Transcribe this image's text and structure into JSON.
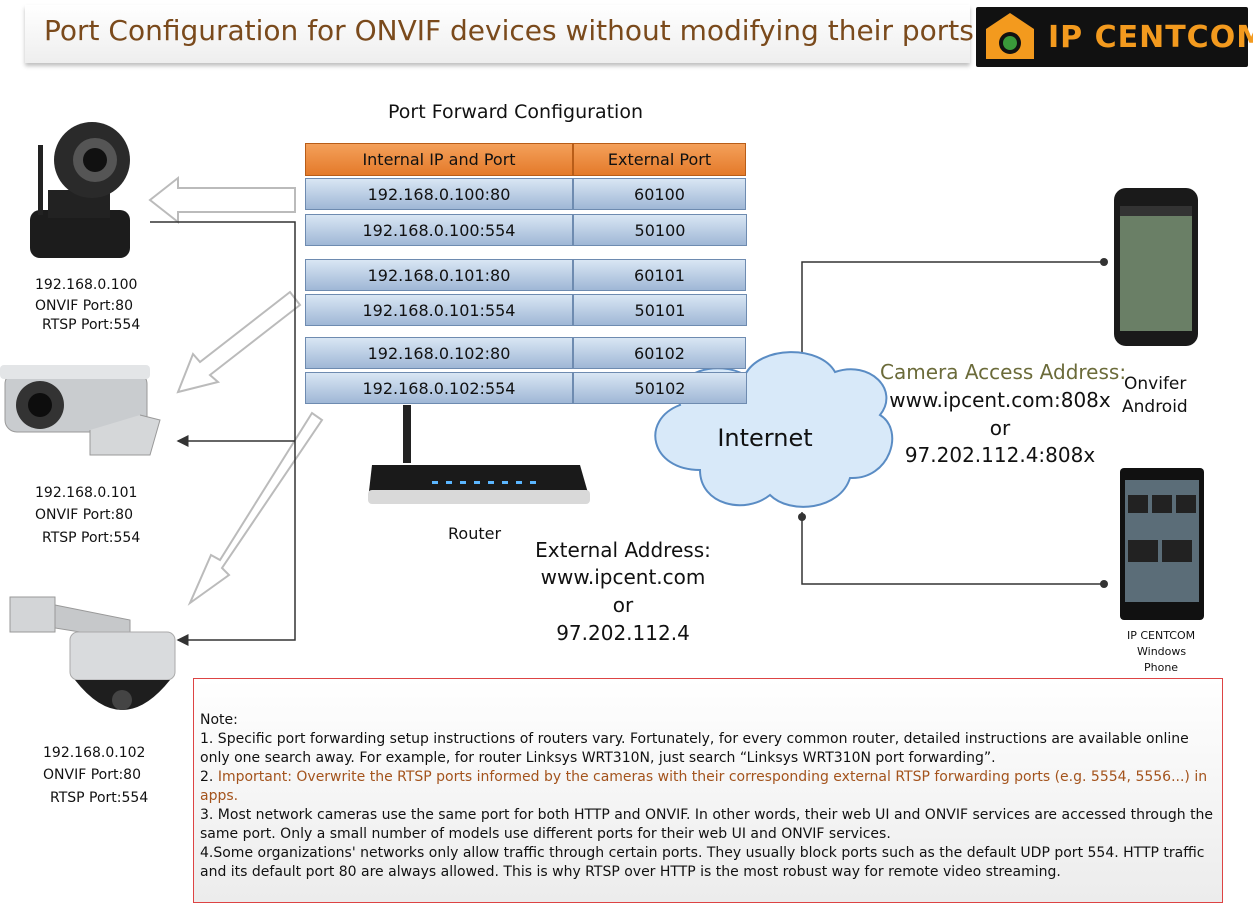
{
  "header": {
    "title": "Port Configuration for ONVIF devices without modifying their ports",
    "logo_text": "IP CENTCOM"
  },
  "table": {
    "title": "Port Forward Configuration",
    "columns": [
      "Internal IP and Port",
      "External Port"
    ],
    "rows": [
      [
        "192.168.0.100:80",
        "60100"
      ],
      [
        "192.168.0.100:554",
        "50100"
      ],
      [
        "192.168.0.101:80",
        "60101"
      ],
      [
        "192.168.0.101:554",
        "50101"
      ],
      [
        "192.168.0.102:80",
        "60102"
      ],
      [
        "192.168.0.102:554",
        "50102"
      ]
    ]
  },
  "cameras": [
    {
      "ip": "192.168.0.100",
      "onvif": "ONVIF Port:80",
      "rtsp": "RTSP Port:554"
    },
    {
      "ip": "192.168.0.101",
      "onvif": "ONVIF Port:80",
      "rtsp": "RTSP Port:554"
    },
    {
      "ip": "192.168.0.102",
      "onvif": "ONVIF Port:80",
      "rtsp": "RTSP Port:554"
    }
  ],
  "router": {
    "label": "Router"
  },
  "external": {
    "line1": "External Address:",
    "line2": "www.ipcent.com",
    "line3": "or",
    "line4": "97.202.112.4"
  },
  "internet": {
    "label": "Internet"
  },
  "access": {
    "line1": "Camera Access Address:",
    "line2": "www.ipcent.com:808x",
    "line3": "or",
    "line4": "97.202.112.4:808x"
  },
  "phones": {
    "android_line1": "Onvifer",
    "android_line2": "Android",
    "windows_line1": "IP CENTCOM",
    "windows_line2": "Windows",
    "windows_line3": "Phone"
  },
  "note": {
    "heading": "Note:",
    "item1": "1. Specific port forwarding  setup instructions of routers vary. Fortunately, for every common router, detailed instructions are available online only one search away. For example, for router Linksys WRT310N, just search “Linksys WRT310N port forwarding”.",
    "item2_prefix": "2. ",
    "item2": "Important: Overwrite the RTSP ports informed by the cameras with their corresponding external RTSP forwarding ports (e.g. 5554, 5556...) in apps.",
    "item3": "3. Most network cameras use the same port for both HTTP and ONVIF. In other words, their web UI and ONVIF services are accessed through the same port.  Only a small number of models use different ports for their web UI and ONVIF services.",
    "item4": "4.Some organizations' networks only allow traffic through certain ports. They usually block ports such as the default UDP port 554. HTTP traffic and its default port 80 are always allowed. This is why RTSP over HTTP is the most robust way for remote video streaming."
  },
  "colors": {
    "title": "#7a4a1c",
    "header_cell": "#e47a2a",
    "row_cell": "#b3c7e3",
    "note_border": "#dd4444",
    "important": "#a3531c",
    "logo": "#f39a1e"
  }
}
